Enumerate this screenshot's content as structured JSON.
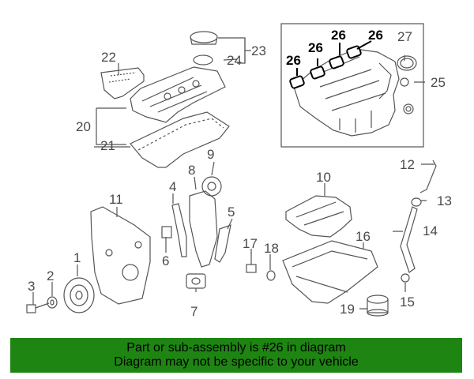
{
  "labels": {
    "l1": "1",
    "l2": "2",
    "l3": "3",
    "l4": "4",
    "l5": "5",
    "l6": "6",
    "l7": "7",
    "l8": "8",
    "l9": "9",
    "l10": "10",
    "l11": "11",
    "l12": "12",
    "l13": "13",
    "l14": "14",
    "l15": "15",
    "l16": "16",
    "l17": "17",
    "l18": "18",
    "l19": "19",
    "l20": "20",
    "l21": "21",
    "l22": "22",
    "l23": "23",
    "l24": "24",
    "l25": "25",
    "l26a": "26",
    "l26b": "26",
    "l26c": "26",
    "l26d": "26",
    "l27": "27"
  },
  "banner": {
    "line1": "Part or sub-assembly is #26 in diagram",
    "line2": "Diagram may not be specific to your vehicle"
  },
  "colors": {
    "banner": "#1e8512",
    "line": "#555555",
    "highlight": "#000000"
  }
}
